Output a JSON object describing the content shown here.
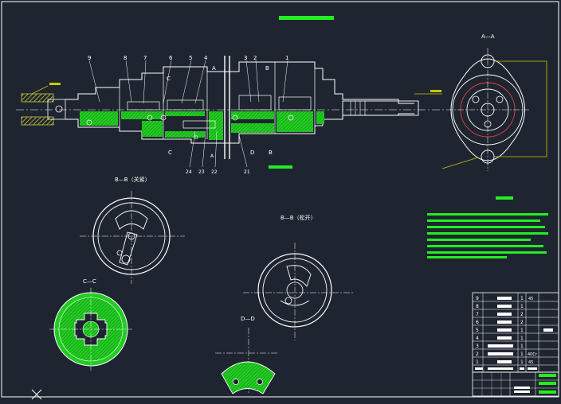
{
  "colors": {
    "background": "#1f2530",
    "line": "#ffffff",
    "accent": "#22ee22",
    "hatch": "#c9c93a",
    "dim": "#c8c800",
    "red": "#e04040"
  },
  "views": {
    "a_a": "A—A",
    "b_b_closed": "B—B（关紧）",
    "b_b_open": "B—B（松开）",
    "c_c": "C—C",
    "d_d": "D—D"
  },
  "main_view": {
    "part_labels_top": [
      "9",
      "8",
      "7",
      "6",
      "5",
      "4",
      "3",
      "2",
      "1"
    ],
    "section_marks": [
      "A",
      "C",
      "B",
      "C",
      "D",
      "B"
    ],
    "part_labels_bottom": [
      "24",
      "23",
      "22",
      "21"
    ],
    "small_labels": [
      "A",
      "D"
    ]
  },
  "parts_table": {
    "rows": [
      {
        "no": "9",
        "qty": "1",
        "material": "45"
      },
      {
        "no": "8",
        "qty": "1",
        "material": ""
      },
      {
        "no": "7",
        "qty": "2",
        "material": ""
      },
      {
        "no": "6",
        "qty": "2",
        "material": ""
      },
      {
        "no": "5",
        "qty": "1",
        "material": ""
      },
      {
        "no": "4",
        "qty": "1",
        "material": ""
      },
      {
        "no": "3",
        "qty": "1",
        "material": ""
      },
      {
        "no": "2",
        "qty": "1",
        "material": "40Cr"
      },
      {
        "no": "1",
        "qty": "1",
        "material": "45"
      }
    ]
  }
}
